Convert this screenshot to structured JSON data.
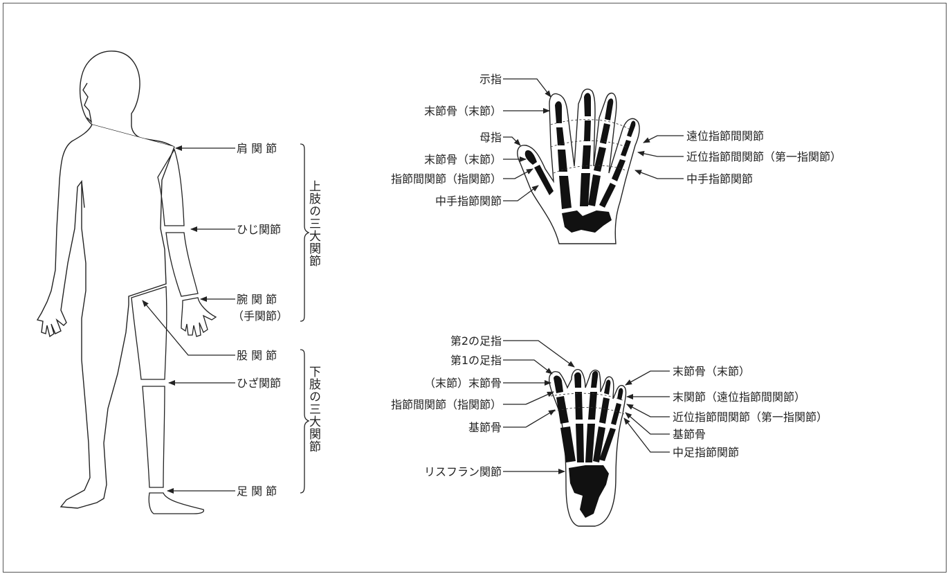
{
  "body": {
    "labels": {
      "shoulder": "肩 関 節",
      "elbow": "ひじ関節",
      "wrist": "腕 関 節",
      "wrist_alt": "（手関節）",
      "hip": "股 関 節",
      "knee": "ひざ関節",
      "ankle": "足 関 節"
    },
    "groups": {
      "upper": "上肢の三大関節",
      "lower": "下肢の三大関節"
    }
  },
  "hand": {
    "labels": {
      "index_finger": "示指",
      "distal_phalanx_1": "末節骨（末節）",
      "thumb": "母指",
      "distal_phalanx_2": "末節骨（末節）",
      "ip_joint": "指節間関節（指関節）",
      "mcp_joint_left": "中手指節関節",
      "dip_joint": "遠位指節間関節",
      "pip_joint": "近位指節間関節（第一指関節）",
      "mcp_joint_right": "中手指節関節"
    }
  },
  "foot": {
    "labels": {
      "second_toe": "第2の足指",
      "first_toe": "第1の足指",
      "distal_left": "（末節）末節骨",
      "ip_joint": "指節間関節（指関節）",
      "proximal_left": "基節骨",
      "lisfranc": "リスフラン関節",
      "distal_right": "末節骨（末節）",
      "distal_joint": "末関節（遠位指節間関節）",
      "pip_joint": "近位指節間関節（第一指関節）",
      "proximal_right": "基節骨",
      "mtp_joint": "中足指節関節"
    }
  }
}
